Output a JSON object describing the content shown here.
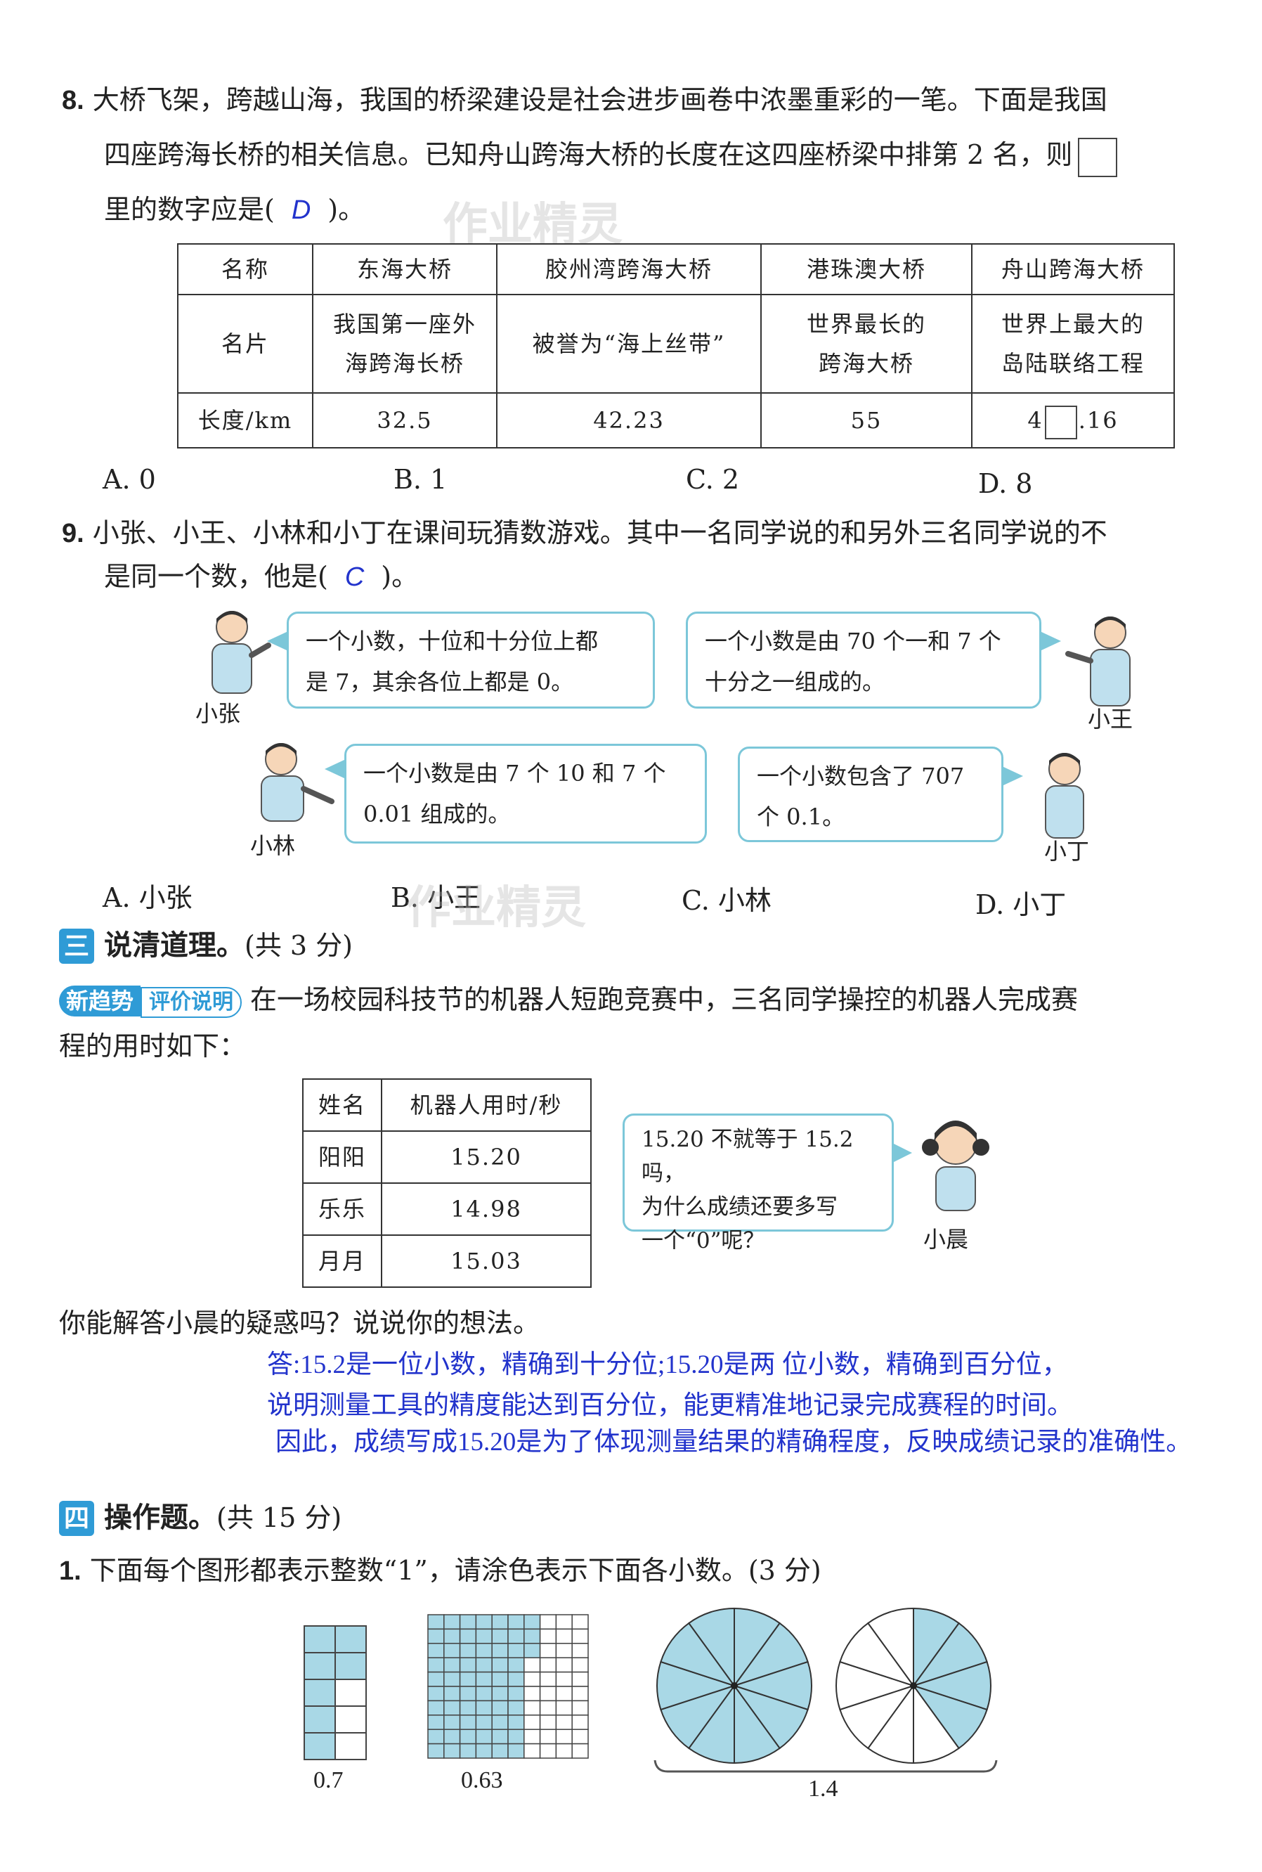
{
  "q8": {
    "number": "8.",
    "line1": "大桥飞架，跨越山海，我国的桥梁建设是社会进步画卷中浓墨重彩的一笔。下面是我国",
    "line2": "四座跨海长桥的相关信息。已知舟山跨海大桥的长度在这四座桥梁中排第 2 名，则",
    "line3_pre": "里的数字应是(",
    "answer": "D",
    "line3_post": ")。",
    "table": {
      "row_headers": [
        "名称",
        "名片",
        "长度/km"
      ],
      "bridges": [
        {
          "name": "东海大桥",
          "card_line1": "我国第一座外",
          "card_line2": "海跨海长桥",
          "length": "32.5"
        },
        {
          "name": "胶州湾跨海大桥",
          "card_line1": "被誉为“海上丝带”",
          "card_line2": "",
          "length": "42.23"
        },
        {
          "name": "港珠澳大桥",
          "card_line1": "世界最长的",
          "card_line2": "跨海大桥",
          "length": "55"
        },
        {
          "name": "舟山跨海大桥",
          "card_line1": "世界上最大的",
          "card_line2": "岛陆联络工程",
          "length_pre": "4",
          "length_post": ".16"
        }
      ]
    },
    "options": [
      "A. 0",
      "B. 1",
      "C. 2",
      "D. 8"
    ]
  },
  "q9": {
    "number": "9.",
    "line1": "小张、小王、小林和小丁在课间玩猜数游戏。其中一名同学说的和另外三名同学说的不",
    "line2_pre": "是同一个数，他是(",
    "answer": "C",
    "line2_post": ")。",
    "speakers": [
      {
        "name": "小张",
        "line1": "一个小数，十位和十分位上都",
        "line2": "是 7，其余各位上都是 0。"
      },
      {
        "name": "小王",
        "line1": "一个小数是由 70 个一和 7 个",
        "line2": "十分之一组成的。"
      },
      {
        "name": "小林",
        "line1": "一个小数是由 7 个 10 和 7 个",
        "line2": "0.01 组成的。"
      },
      {
        "name": "小丁",
        "line1": "一个小数包含了 707",
        "line2": "个 0.1。"
      }
    ],
    "options": [
      "A. 小张",
      "B. 小王",
      "C. 小林",
      "D. 小丁"
    ]
  },
  "section3": {
    "badge": "三",
    "title": "说清道理。",
    "score": "(共 3 分)",
    "tag1": "新趋势",
    "tag2": "评价说明",
    "intro_line1": "在一场校园科技节的机器人短跑竞赛中，三名同学操控的机器人完成赛",
    "intro_line2": "程的用时如下：",
    "table": {
      "headers": [
        "姓名",
        "机器人用时/秒"
      ],
      "rows": [
        [
          "阳阳",
          "15.20"
        ],
        [
          "乐乐",
          "14.98"
        ],
        [
          "月月",
          "15.03"
        ]
      ]
    },
    "bubble_line1": "15.20 不就等于 15.2 吗，",
    "bubble_line2": "为什么成绩还要多写",
    "bubble_line3": "一个“0”呢？",
    "speaker": "小晨",
    "question": "你能解答小晨的疑惑吗？说说你的想法。",
    "answer_line1": "答:15.2是一位小数，精确到十分位;15.20是两 位小数，精确到百分位，",
    "answer_line2": "说明测量工具的精度能达到百分位，能更精准地记录完成赛程的时间。",
    "answer_line3": "因此，成绩写成15.20是为了体现测量结果的精确程度，反映成绩记录的准确性。"
  },
  "section4": {
    "badge": "四",
    "title": "操作题。",
    "score": "(共 15 分)",
    "q1_number": "1.",
    "q1_text": "下面每个图形都表示整数“1”，请涂色表示下面各小数。(3 分)",
    "labels": [
      "0.7",
      "0.63",
      "1.4"
    ],
    "shaded": {
      "strip": 0.7,
      "grid": 0.63,
      "circles": 1.4
    }
  },
  "colors": {
    "shade": "#a9d8e6",
    "accent": "#2f9bd6",
    "answer": "#2233cc",
    "bubble_border": "#7cc7d9"
  },
  "watermark": "作业精灵"
}
